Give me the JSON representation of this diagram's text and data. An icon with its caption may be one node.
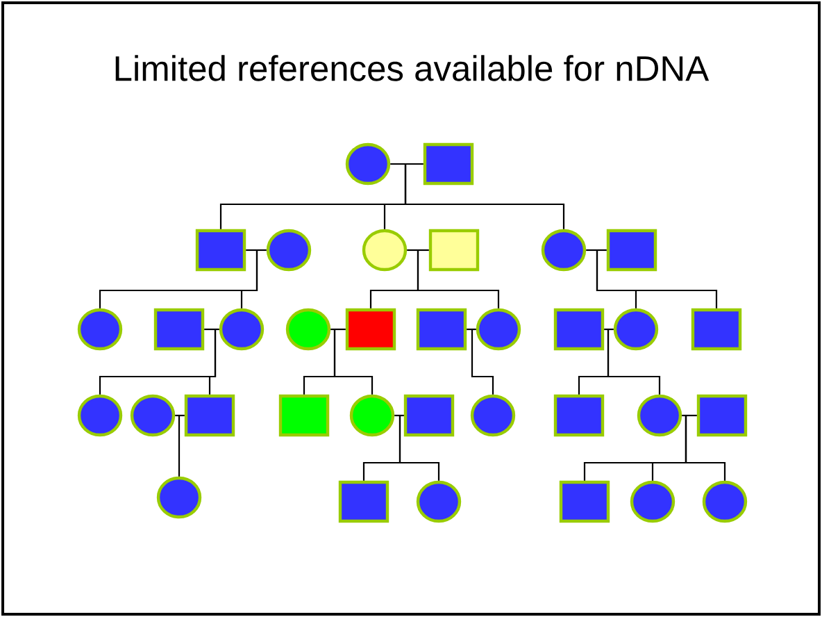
{
  "diagram": {
    "title": "Limited references available for nDNA",
    "nodes": [
      {
        "text": [],
        "shape": "circle"
      },
      {
        "text": [],
        "shape": "box"
      },
      {
        "text": [],
        "shape": "box"
      },
      {
        "text": [],
        "shape": "circle"
      },
      {
        "text": [],
        "shape": "circle"
      },
      {
        "text": [],
        "shape": "box"
      },
      {
        "text": [],
        "shape": "circle"
      },
      {
        "text": [],
        "shape": "box"
      },
      {
        "text": [],
        "shape": "circle"
      },
      {
        "text": [],
        "shape": "box"
      },
      {
        "text": [],
        "shape": "circle"
      },
      {
        "text": [],
        "shape": "circle"
      },
      {
        "text": [],
        "shape": "box"
      },
      {
        "text": [],
        "shape": "box"
      },
      {
        "text": [],
        "shape": "circle"
      },
      {
        "text": [],
        "shape": "box"
      },
      {
        "text": [],
        "shape": "circle"
      },
      {
        "text": [],
        "shape": "box"
      },
      {
        "text": [],
        "shape": "circle"
      },
      {
        "text": [],
        "shape": "circle"
      },
      {
        "text": [],
        "shape": "box"
      },
      {
        "text": [],
        "shape": "box"
      },
      {
        "text": [],
        "shape": "circle"
      },
      {
        "text": [],
        "shape": "box"
      },
      {
        "text": [],
        "shape": "circle"
      },
      {
        "text": [],
        "shape": "box"
      },
      {
        "text": [],
        "shape": "circle"
      },
      {
        "text": [],
        "shape": "box"
      },
      {
        "text": [],
        "shape": "circle"
      },
      {
        "text": [],
        "shape": "box"
      },
      {
        "text": [],
        "shape": "circle"
      },
      {
        "text": [],
        "shape": "box"
      },
      {
        "text": [],
        "shape": "circle"
      },
      {
        "text": [],
        "shape": "circle"
      }
    ],
    "edges": [
      {
        "from": 0,
        "to": 1,
        "arrow": "none"
      },
      {
        "from": 0,
        "to": 2,
        "arrow": "none"
      },
      {
        "from": 1,
        "to": 2,
        "arrow": "none"
      },
      {
        "from": 0,
        "to": 4,
        "arrow": "none"
      },
      {
        "from": 1,
        "to": 4,
        "arrow": "none"
      },
      {
        "from": 0,
        "to": 6,
        "arrow": "none"
      },
      {
        "from": 1,
        "to": 6,
        "arrow": "none"
      },
      {
        "from": 2,
        "to": 3,
        "arrow": "none"
      },
      {
        "from": 2,
        "to": 8,
        "arrow": "none"
      },
      {
        "from": 3,
        "to": 8,
        "arrow": "none"
      },
      {
        "from": 2,
        "to": 10,
        "arrow": "none"
      },
      {
        "from": 3,
        "to": 10,
        "arrow": "none"
      },
      {
        "from": 4,
        "to": 5,
        "arrow": "none"
      },
      {
        "from": 4,
        "to": 12,
        "arrow": "none"
      },
      {
        "from": 5,
        "to": 12,
        "arrow": "none"
      },
      {
        "from": 4,
        "to": 14,
        "arrow": "none"
      },
      {
        "from": 5,
        "to": 14,
        "arrow": "none"
      },
      {
        "from": 6,
        "to": 7,
        "arrow": "none"
      },
      {
        "from": 6,
        "to": 16,
        "arrow": "none"
      },
      {
        "from": 7,
        "to": 16,
        "arrow": "none"
      },
      {
        "from": 6,
        "to": 17,
        "arrow": "none"
      },
      {
        "from": 7,
        "to": 17,
        "arrow": "none"
      },
      {
        "from": 9,
        "to": 10,
        "arrow": "none"
      },
      {
        "from": 9,
        "to": 18,
        "arrow": "none"
      },
      {
        "from": 10,
        "to": 18,
        "arrow": "none"
      },
      {
        "from": 9,
        "to": 20,
        "arrow": "none"
      },
      {
        "from": 10,
        "to": 20,
        "arrow": "none"
      },
      {
        "from": 11,
        "to": 12,
        "arrow": "none"
      },
      {
        "from": 11,
        "to": 21,
        "arrow": "none"
      },
      {
        "from": 12,
        "to": 21,
        "arrow": "none"
      },
      {
        "from": 11,
        "to": 22,
        "arrow": "none"
      },
      {
        "from": 12,
        "to": 22,
        "arrow": "none"
      },
      {
        "from": 13,
        "to": 14,
        "arrow": "none"
      },
      {
        "from": 13,
        "to": 24,
        "arrow": "none"
      },
      {
        "from": 14,
        "to": 24,
        "arrow": "none"
      },
      {
        "from": 15,
        "to": 16,
        "arrow": "none"
      },
      {
        "from": 15,
        "to": 25,
        "arrow": "none"
      },
      {
        "from": 16,
        "to": 25,
        "arrow": "none"
      },
      {
        "from": 15,
        "to": 26,
        "arrow": "none"
      },
      {
        "from": 16,
        "to": 26,
        "arrow": "none"
      },
      {
        "from": 19,
        "to": 20,
        "arrow": "none"
      },
      {
        "from": 19,
        "to": 28,
        "arrow": "none"
      },
      {
        "from": 20,
        "to": 28,
        "arrow": "none"
      },
      {
        "from": 22,
        "to": 23,
        "arrow": "none"
      },
      {
        "from": 22,
        "to": 29,
        "arrow": "none"
      },
      {
        "from": 23,
        "to": 29,
        "arrow": "none"
      },
      {
        "from": 22,
        "to": 30,
        "arrow": "none"
      },
      {
        "from": 23,
        "to": 30,
        "arrow": "none"
      },
      {
        "from": 26,
        "to": 27,
        "arrow": "none"
      },
      {
        "from": 26,
        "to": 31,
        "arrow": "none"
      },
      {
        "from": 27,
        "to": 31,
        "arrow": "none"
      },
      {
        "from": 26,
        "to": 32,
        "arrow": "none"
      },
      {
        "from": 27,
        "to": 32,
        "arrow": "none"
      },
      {
        "from": 26,
        "to": 33,
        "arrow": "none"
      },
      {
        "from": 27,
        "to": 33,
        "arrow": "none"
      }
    ],
    "labels": []
  }
}
